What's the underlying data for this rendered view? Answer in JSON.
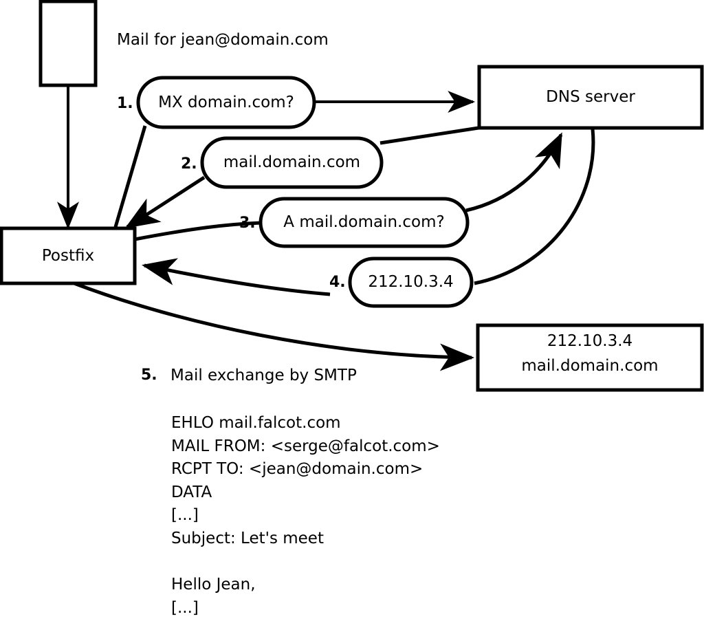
{
  "diagram": {
    "title_text": "Mail for jean@domain.com",
    "nodes": {
      "sender_host": {
        "label": ""
      },
      "postfix": {
        "label": "Postfix"
      },
      "dns_server": {
        "label": "DNS server"
      },
      "mail_server": {
        "line1": "212.10.3.4",
        "line2": "mail.domain.com"
      }
    },
    "steps": [
      {
        "number": "1.",
        "text": "MX domain.com?"
      },
      {
        "number": "2.",
        "text": "mail.domain.com"
      },
      {
        "number": "3.",
        "text": "A mail.domain.com?"
      },
      {
        "number": "4.",
        "text": "212.10.3.4"
      }
    ],
    "smtp": {
      "number": "5.",
      "title": "Mail exchange by SMTP",
      "lines": [
        "EHLO mail.falcot.com",
        "MAIL FROM: <serge@falcot.com>",
        "RCPT TO: <jean@domain.com>",
        "DATA",
        "[...]",
        "Subject: Let's meet",
        "",
        "Hello Jean,",
        "[...]",
        "."
      ]
    },
    "colors": {
      "stroke": "#000000",
      "fill": "#ffffff",
      "text": "#000000"
    }
  }
}
